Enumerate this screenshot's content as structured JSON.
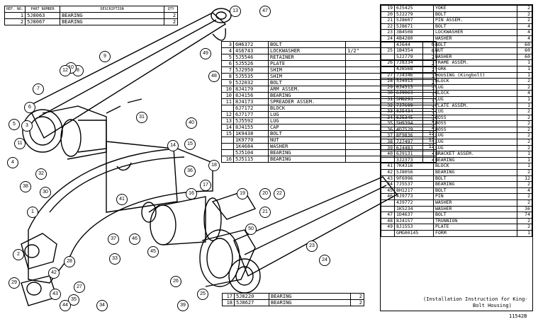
{
  "top_table": {
    "headers": [
      "REF. NO.",
      "PART NUMBER",
      "DESCRIPTION",
      "QTY"
    ],
    "rows": [
      [
        "1",
        "5J8063",
        "BEARING",
        "2"
      ],
      [
        "2",
        "5J8067",
        "BEARING",
        "2"
      ]
    ]
  },
  "mid_table": {
    "rows": [
      [
        "3",
        "6H6372",
        "BOLT",
        "",
        "6"
      ],
      [
        "4",
        "4S6743",
        "LOCKWASHER",
        "1/2\"",
        "6"
      ],
      [
        "5",
        "5J5546",
        "RETAINER",
        "",
        "2"
      ],
      [
        "6",
        "5J5526",
        "PLATE",
        "",
        "2"
      ],
      [
        "7",
        "5J2950",
        "SHIM",
        "",
        "2"
      ],
      [
        "8",
        "5J5535",
        "SHIM",
        "",
        "3"
      ],
      [
        "9",
        "5J2032",
        "BOLT",
        "",
        "2"
      ],
      [
        "10",
        "8J4170",
        "ARM ASSEM.",
        "",
        "2"
      ],
      [
        "10",
        "8J4156",
        "BEARING",
        "",
        "1"
      ],
      [
        "11",
        "8J4173",
        "SPREADER ASSEM.",
        "",
        "1"
      ],
      [
        "",
        "6J7172",
        "BLOCK",
        "",
        "2"
      ],
      [
        "12",
        "6J7177",
        "LUG",
        "",
        "2"
      ],
      [
        "13",
        "5J5592",
        "LUG",
        "",
        "2"
      ],
      [
        "14",
        "8J4155",
        "CAP",
        "",
        "2"
      ],
      [
        "15",
        "1K9438",
        "BOLT",
        "",
        "12"
      ],
      [
        "",
        "1K9770",
        "NUT",
        "",
        "12"
      ],
      [
        "",
        "1K4684",
        "WASHER",
        "",
        "12"
      ],
      [
        "",
        "5J5104",
        "BEARING",
        "",
        "2"
      ],
      [
        "16",
        "5J5115",
        "BEARING",
        "",
        "2"
      ]
    ]
  },
  "bottom_table": {
    "rows": [
      [
        "17",
        "5J8220",
        "BEARING",
        "2"
      ],
      [
        "18",
        "5J8627",
        "BEARING",
        "2"
      ]
    ]
  },
  "right_table": {
    "rows": [
      [
        "19",
        "6J5425",
        "YOKE",
        "2"
      ],
      [
        "20",
        "5J2279",
        "BOLT",
        "2"
      ],
      [
        "21",
        "5J8607",
        "PIN ASSEM.",
        "2"
      ],
      [
        "22",
        "5J8671",
        "BOLT",
        "4"
      ],
      [
        "23",
        "3B4508",
        "LOCKWASHER",
        "4"
      ],
      [
        "24",
        "4B4280",
        "WASHER",
        "4"
      ],
      [
        "",
        "4J644",
        "BOLT",
        "60"
      ],
      [
        "25",
        "1B4354",
        "NUT",
        "60"
      ],
      [
        "",
        "5J2779",
        "WASHER",
        "60"
      ],
      [
        "26",
        "7J8334",
        "FRAME ASSEM.",
        "1"
      ],
      [
        "",
        "4J6568",
        "FORK",
        "1"
      ],
      [
        "27",
        "7J4346",
        "HOUSING (Kingbolt)",
        "1"
      ],
      [
        "28",
        "5J4913",
        "BLOCK",
        "2"
      ],
      [
        "29",
        "6J4313",
        "LUG",
        "2"
      ],
      [
        "30",
        "6J9063",
        "BLOCK",
        "4"
      ],
      [
        "31",
        "5M8293",
        "LUG",
        "1"
      ],
      [
        "32",
        "7J7699",
        "PLATE ASSEM.",
        "1"
      ],
      [
        "33",
        "8J5434",
        "LUG",
        "2"
      ],
      [
        "34",
        "6J5345",
        "BOSS",
        "2"
      ],
      [
        "35",
        "5H9394",
        "BOSS",
        "2"
      ],
      [
        "36",
        "4D7529",
        "BOSS",
        "2"
      ],
      [
        "37",
        "8F9836",
        "LUG",
        "2"
      ],
      [
        "38",
        "7J7497",
        "LUG",
        "2"
      ],
      [
        "39",
        "6J4483",
        "LUG",
        "2"
      ],
      [
        "40",
        "6J9131",
        "BRACKET ASSEM.",
        "1"
      ],
      [
        "",
        "3J2373",
        "BEARING",
        "1"
      ],
      [
        "41",
        "7K4316",
        "BLOCK",
        "1"
      ],
      [
        "42",
        "5J8056",
        "BEARING",
        "2"
      ],
      [
        "43",
        "9F6996",
        "BOLT",
        "12"
      ],
      [
        "44",
        "7J5537",
        "BEARING",
        "2"
      ],
      [
        "45",
        "8H1217",
        "BOLT",
        "4"
      ],
      [
        "46",
        "4J9773",
        "PIN",
        "2"
      ],
      [
        "",
        "4J9772",
        "WASHER",
        "2"
      ],
      [
        "",
        "1K5234",
        "WASHER",
        "36"
      ],
      [
        "47",
        "1D4637",
        "BOLT",
        "74"
      ],
      [
        "48",
        "8J4157",
        "TRUNNION",
        "2"
      ],
      [
        "49",
        "8J1553",
        "PLATE",
        "2"
      ],
      [
        "",
        "GMG00145",
        "FORM",
        "1"
      ]
    ],
    "note_line1": "(Installation Instruction for King-",
    "note_line2": "Bolt Housing)"
  },
  "footer_code": "11542B",
  "callouts": [
    "1",
    "2",
    "3",
    "4",
    "5",
    "6",
    "7",
    "8",
    "9",
    "10",
    "11",
    "12",
    "13",
    "14",
    "15",
    "16",
    "17",
    "18",
    "19",
    "20",
    "21",
    "22",
    "23",
    "24",
    "25",
    "26",
    "27",
    "28",
    "29",
    "30",
    "31",
    "32",
    "33",
    "34",
    "35",
    "36",
    "37",
    "38",
    "39",
    "40",
    "41",
    "42",
    "43",
    "44",
    "45",
    "46",
    "47",
    "48",
    "49",
    "50"
  ]
}
